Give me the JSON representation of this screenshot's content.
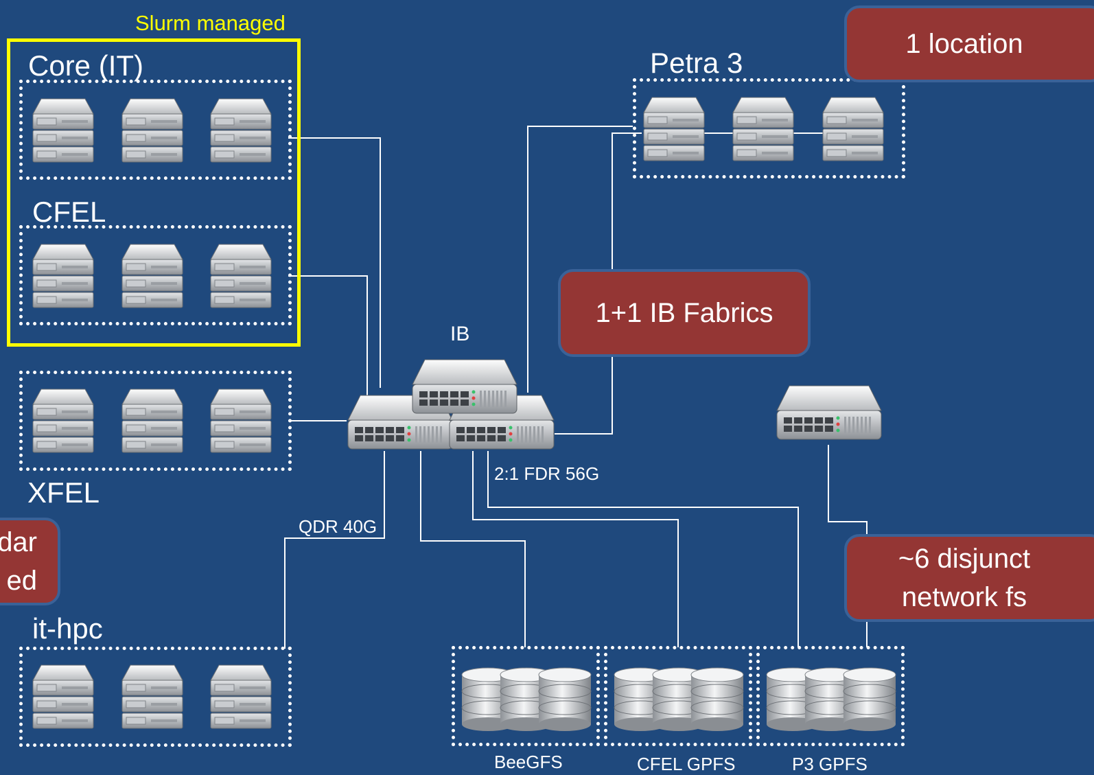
{
  "labels": {
    "slurm": "Slurm managed",
    "core": "Core (IT)",
    "cfel": "CFEL",
    "xfel": "XFEL",
    "ithpc": "it-hpc",
    "petra": "Petra 3",
    "ib": "IB",
    "fdr": "2:1 FDR 56G",
    "qdr": "QDR 40G",
    "beegfs": "BeeGFS",
    "cfelgpfs": "CFEL GPFS",
    "p3gpfs": "P3 GPFS"
  },
  "callouts": {
    "location": "1 location",
    "fabrics": "1+1 IB Fabrics",
    "disjunct_line1": "~6 disjunct",
    "disjunct_line2": "network fs",
    "partial_line1": "dar",
    "partial_line2": "ed"
  },
  "colors": {
    "background": "#1f497d",
    "callout": "#943634",
    "slurm_border": "#ffff00"
  },
  "icons": [
    "server-icon",
    "switch-icon",
    "storage-icon"
  ]
}
